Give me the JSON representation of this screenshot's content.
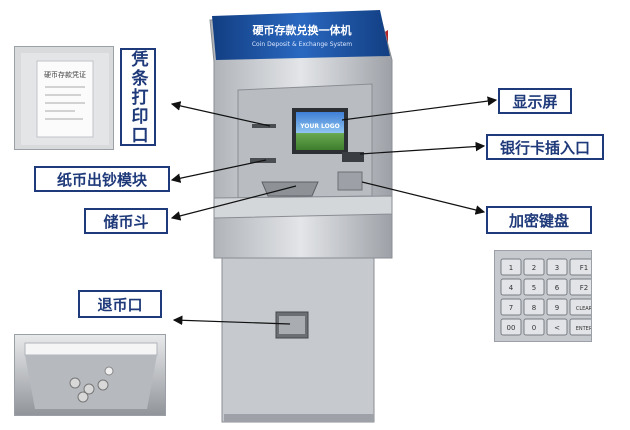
{
  "machine": {
    "banner_title": "硬币存款兑换一体机",
    "banner_subtitle": "Coin Deposit & Exchange System",
    "screen_text": "YOUR LOGO"
  },
  "callouts": {
    "receipt_printer": "凭条打印口",
    "display": "显示屏",
    "card_slot": "银行卡插入口",
    "banknote_dispenser": "纸币出钞模块",
    "coin_hopper": "储币斗",
    "keypad": "加密键盘",
    "coin_return": "退币口"
  },
  "receipt_photo": {
    "text": "硬币存款凭证"
  },
  "keypad_photo": {
    "keys": [
      "1",
      "2",
      "3",
      "F1",
      "4",
      "5",
      "6",
      "F2",
      "7",
      "8",
      "9",
      "CLEAR",
      "00",
      "0",
      "<",
      "ENTER"
    ]
  },
  "colors": {
    "label_border": "#1f3a7a",
    "label_text": "#1f3a7a",
    "banner_blue": "#1b4f9c",
    "machine_gray": "#c9ccd0",
    "accent_red": "#c0392b"
  }
}
